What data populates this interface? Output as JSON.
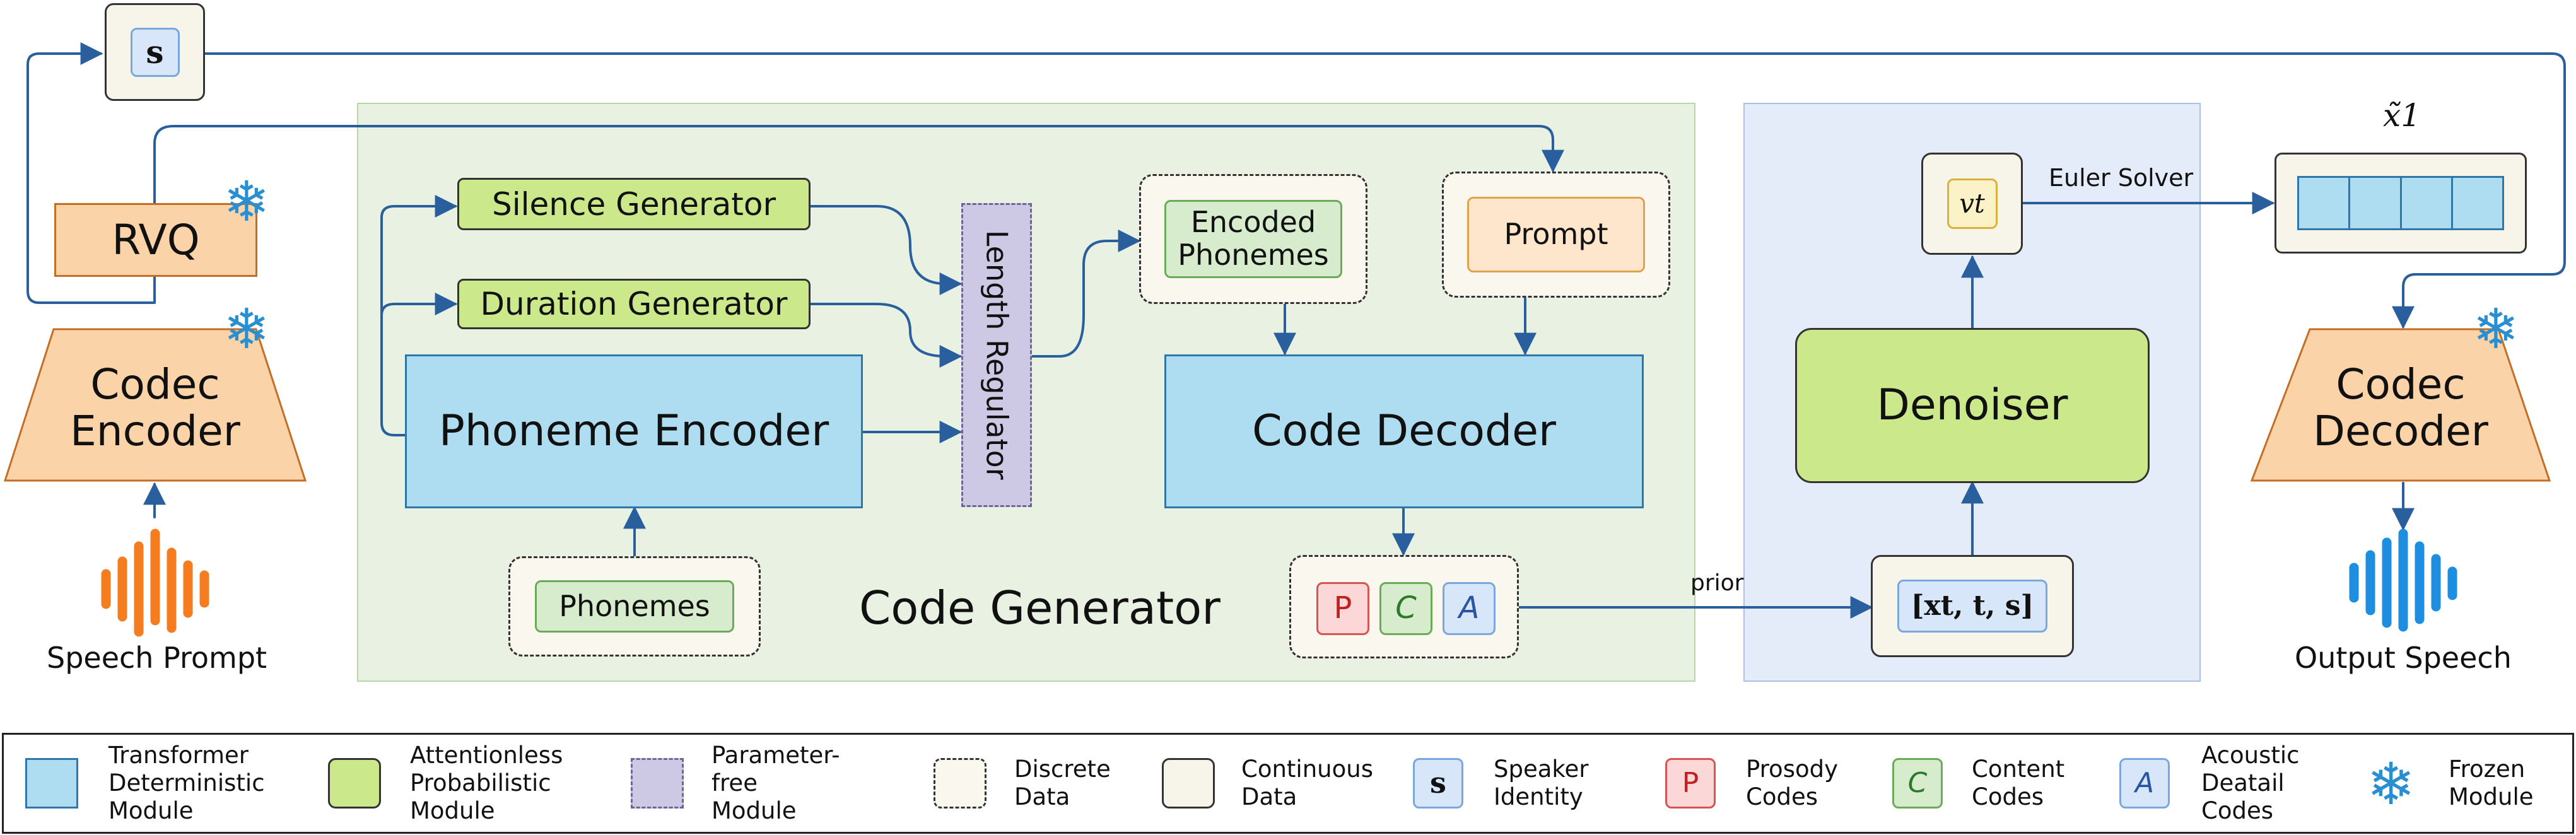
{
  "diagram": {
    "speaker_vector": "s",
    "rvq": "RVQ",
    "codec_encoder": "Codec\nEncoder",
    "speech_prompt": "Speech Prompt",
    "silence_generator": "Silence Generator",
    "duration_generator": "Duration Generator",
    "phoneme_encoder": "Phoneme Encoder",
    "length_regulator": "Length Regulator",
    "phonemes": "Phonemes",
    "encoded_phonemes": "Encoded\nPhonemes",
    "prompt": "Prompt",
    "code_decoder": "Code Decoder",
    "code_generator": "Code Generator",
    "code_p": "P",
    "code_c": "C",
    "code_a": "A",
    "prior_label": "prior",
    "denoiser_input": "[xt, t, s]",
    "denoiser": "Denoiser",
    "velocity": "vt",
    "euler_solver": "Euler Solver",
    "output_latent": "x̃1",
    "codec_decoder": "Codec\nDecoder",
    "output_speech": "Output Speech"
  },
  "legend": [
    {
      "icon": "transformer-swatch",
      "label": "Transformer\nDeterministic\nModule"
    },
    {
      "icon": "attentionless-swatch",
      "label": "Attentionless\nProbabilistic\nModule"
    },
    {
      "icon": "parameter-free-swatch",
      "label": "Parameter-\nfree\nModule"
    },
    {
      "icon": "discrete-swatch",
      "label": "Discrete\nData"
    },
    {
      "icon": "continuous-swatch",
      "label": "Continuous\nData"
    },
    {
      "icon": "speaker-identity-swatch",
      "label": "Speaker\nIdentity",
      "glyph": "s"
    },
    {
      "icon": "prosody-swatch",
      "label": "Prosody\nCodes",
      "glyph": "P"
    },
    {
      "icon": "content-swatch",
      "label": "Content\nCodes",
      "glyph": "C"
    },
    {
      "icon": "acoustic-swatch",
      "label": "Acoustic\nDeatail\nCodes",
      "glyph": "A"
    },
    {
      "icon": "snowflake-icon",
      "label": "Frozen\nModule"
    }
  ],
  "colors": {
    "blue_module": "#aedcf0",
    "green_module": "#cbe88a",
    "orange_module": "#fbd3a8",
    "purple_module": "#cdc8e3",
    "discrete_fill": "#f9f7ee",
    "continuous_fill": "#f7f4ea",
    "code_generator_bg": "#e8f1e2",
    "denoiser_bg": "#e4ecf9",
    "arrow": "#2a5f9e",
    "snowflake": "#2a8fd0",
    "wave_orange": "#f57c1f",
    "wave_blue": "#1e8ee0"
  }
}
